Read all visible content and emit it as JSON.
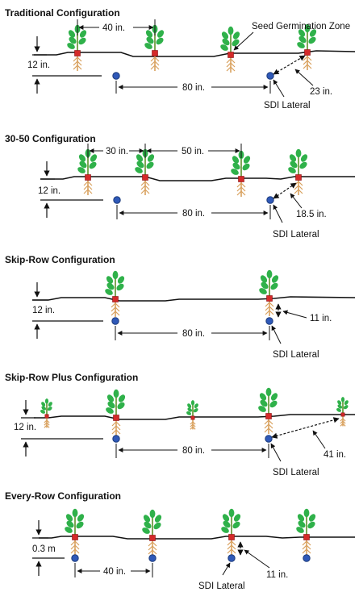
{
  "panels": [
    {
      "title": "Traditional Configuration",
      "depth_label": "12 in.",
      "plant_spacing_label": "40 in.",
      "lateral_spacing_label": "80 in.",
      "diagonal_label": "23 in.",
      "lateral_label": "SDI Lateral",
      "zone_label": "Seed Germination Zone"
    },
    {
      "title": "30-50 Configuration",
      "depth_label": "12 in.",
      "plant_spacing_label": "30 in.",
      "wide_spacing_label": "50 in.",
      "lateral_spacing_label": "80 in.",
      "diagonal_label": "18.5 in.",
      "lateral_label": "SDI Lateral"
    },
    {
      "title": "Skip-Row Configuration",
      "depth_label": "12 in.",
      "lateral_spacing_label": "80 in.",
      "vertical_label": "11 in.",
      "lateral_label": "SDI Lateral"
    },
    {
      "title": "Skip-Row Plus Configuration",
      "depth_label": "12 in.",
      "lateral_spacing_label": "80 in.",
      "diagonal_label": "41 in.",
      "lateral_label": "SDI Lateral"
    },
    {
      "title": "Every-Row Configuration",
      "depth_label": "0.3 m",
      "lateral_spacing_label": "40 in.",
      "vertical_label": "11 in.",
      "lateral_label": "SDI Lateral"
    }
  ],
  "colors": {
    "leaf": "#2fb14a",
    "stem": "#5e8f2a",
    "root": "#d9a15e",
    "seed_zone": "#d42a2a",
    "lateral": "#2f59b8",
    "lateral_outline": "#1b3a7a",
    "soil_line": "#111111"
  }
}
